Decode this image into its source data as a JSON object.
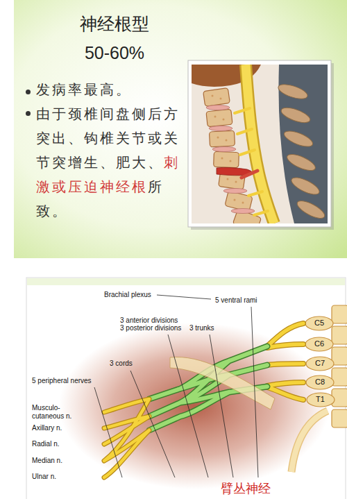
{
  "diagram": {
    "title": "神经根型",
    "labels": [
      "50-60%",
      "发病率最高。",
      "由于颈椎间盘侧后方突出、钩椎关节或关节突增生、肥大、",
      "刺激或压迫神经根",
      "所致。",
      "Brachial plexus",
      "5 ventral rami",
      "3 anterior divisions",
      "3 posterior divisions",
      "3 trunks",
      "3 cords",
      "5 peripheral nerves",
      "Musculo- cutaneous n.",
      "Axillary n.",
      "Radial n.",
      "Median n.",
      "Ulnar n.",
      "C5",
      "C6",
      "C7",
      "C8",
      "T1",
      "臂丛神经"
    ]
  }
}
